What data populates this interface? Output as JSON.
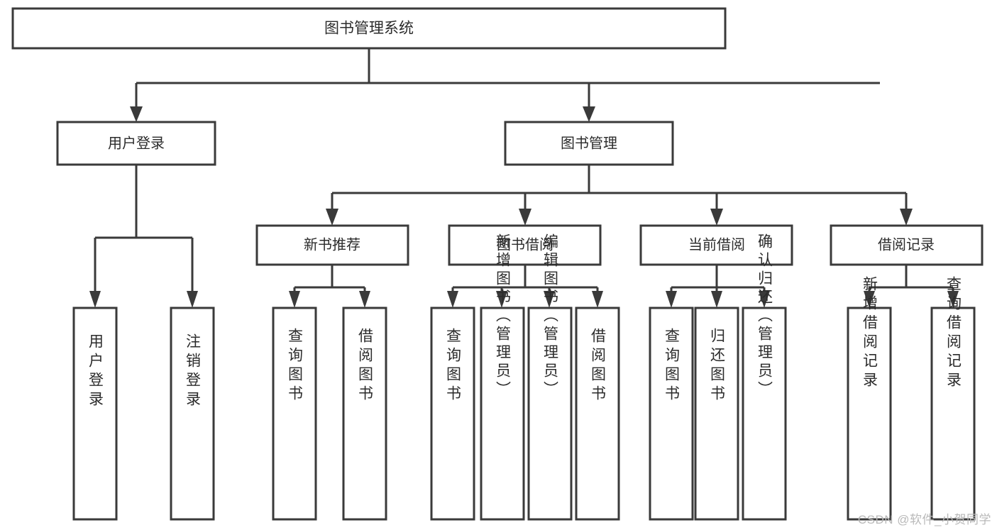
{
  "diagram": {
    "type": "tree",
    "title": "图书管理系统",
    "root": {
      "id": "root",
      "label": "图书管理系统",
      "orientation": "horizontal"
    },
    "level1": [
      {
        "id": "user-login",
        "label": "用户登录",
        "orientation": "horizontal"
      },
      {
        "id": "book-manage",
        "label": "图书管理",
        "orientation": "horizontal"
      }
    ],
    "level2": [
      {
        "id": "new-book-recommend",
        "label": "新书推荐",
        "parent": "book-manage",
        "orientation": "horizontal"
      },
      {
        "id": "book-borrow",
        "label": "图书借阅",
        "parent": "book-manage",
        "orientation": "horizontal"
      },
      {
        "id": "current-borrow",
        "label": "当前借阅",
        "parent": "book-manage",
        "orientation": "horizontal"
      },
      {
        "id": "borrow-record",
        "label": "借阅记录",
        "parent": "book-manage",
        "orientation": "horizontal"
      }
    ],
    "leaves": [
      {
        "id": "leaf-user-login",
        "label": "用户登录",
        "parent": "user-login",
        "orientation": "vertical"
      },
      {
        "id": "leaf-user-logout",
        "label": "注销登录",
        "parent": "user-login",
        "orientation": "vertical"
      },
      {
        "id": "leaf-query-book-1",
        "label": "查询图书",
        "parent": "new-book-recommend",
        "orientation": "vertical"
      },
      {
        "id": "leaf-borrow-book-1",
        "label": "借阅图书",
        "parent": "new-book-recommend",
        "orientation": "vertical"
      },
      {
        "id": "leaf-query-book-2",
        "label": "查询图书",
        "parent": "book-borrow",
        "orientation": "vertical"
      },
      {
        "id": "leaf-add-book",
        "label": "新增图书（管理员）",
        "parent": "book-borrow",
        "orientation": "vertical"
      },
      {
        "id": "leaf-edit-book",
        "label": "编辑图书（管理员）",
        "parent": "book-borrow",
        "orientation": "vertical"
      },
      {
        "id": "leaf-borrow-book-2",
        "label": "借阅图书",
        "parent": "book-borrow",
        "orientation": "vertical"
      },
      {
        "id": "leaf-query-book-3",
        "label": "查询图书",
        "parent": "current-borrow",
        "orientation": "vertical"
      },
      {
        "id": "leaf-return-book",
        "label": "归还图书",
        "parent": "current-borrow",
        "orientation": "vertical"
      },
      {
        "id": "leaf-confirm-return",
        "label": "确认归还（管理员）",
        "parent": "current-borrow",
        "orientation": "vertical"
      },
      {
        "id": "leaf-add-record",
        "label": "新增借阅记录",
        "parent": "borrow-record",
        "orientation": "vertical"
      },
      {
        "id": "leaf-query-record",
        "label": "查询借阅记录",
        "parent": "borrow-record",
        "orientation": "vertical"
      }
    ],
    "watermark": "CSDN @软件_小贺同学",
    "colors": {
      "stroke": "#3a3a3a",
      "fill": "#ffffff",
      "text": "#2b2b2b",
      "watermark": "#b9b9b9",
      "background": "#ffffff"
    }
  }
}
